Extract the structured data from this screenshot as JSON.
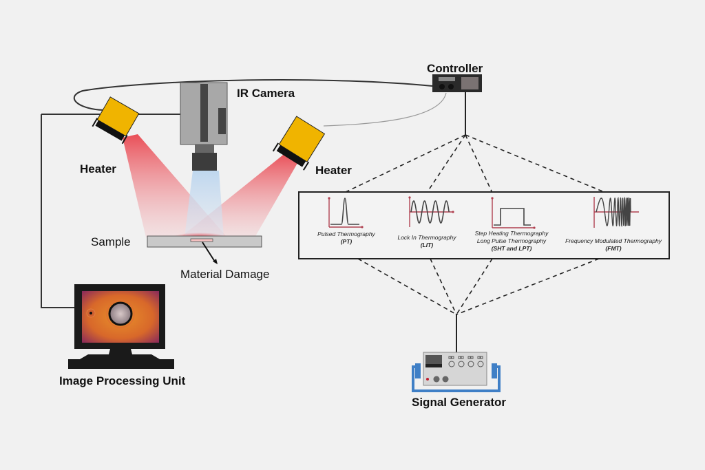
{
  "labels": {
    "controller": "Controller",
    "ir_camera": "IR Camera",
    "heater_left": "Heater",
    "heater_right": "Heater",
    "sample": "Sample",
    "material_damage": "Material Damage",
    "image_processing_unit": "Image Processing Unit",
    "signal_generator": "Signal Generator"
  },
  "methods": [
    {
      "name": "Pulsed  Thermography",
      "abbr": "(PT)",
      "waveform": "pulse"
    },
    {
      "name": "Lock In Thermography",
      "abbr": "(LIT)",
      "waveform": "sine"
    },
    {
      "name": "Step Heating Thermography",
      "name2": "Long Pulse Thermography",
      "abbr": "(SHT and LPT)",
      "waveform": "step"
    },
    {
      "name": "Frequency Modulated Thermography",
      "abbr": "(FMT)",
      "waveform": "chirp"
    }
  ],
  "colors": {
    "heater": "#f0b400",
    "beam": "#e8323c",
    "axis": "#b04050",
    "sg_frame": "#3f7fc6"
  }
}
